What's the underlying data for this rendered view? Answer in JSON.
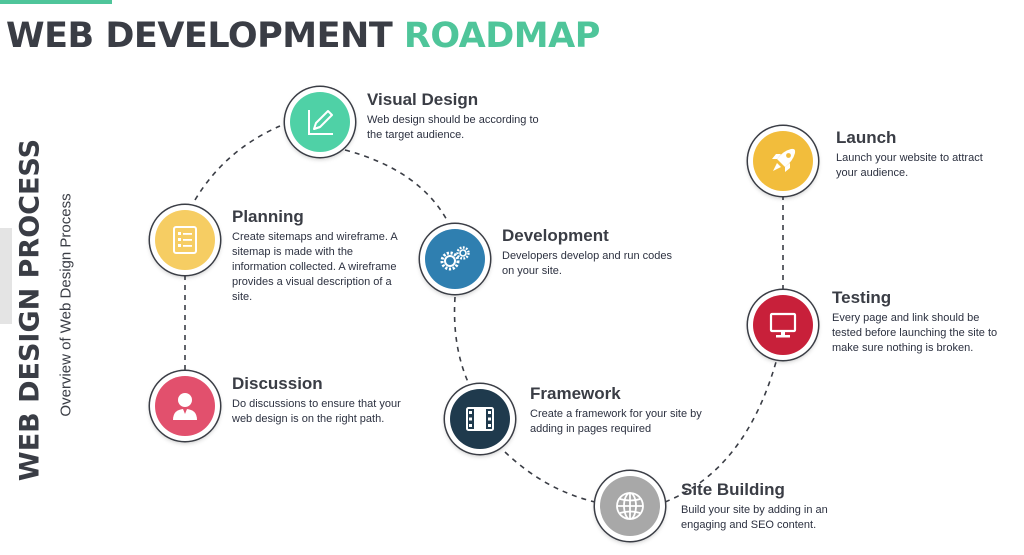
{
  "header": {
    "title_main": "WEB DEVELOPMENT",
    "title_accent": "ROADMAP",
    "accent_color": "#4fc59a"
  },
  "side": {
    "title": "WEB DESIGN PROCESS",
    "subtitle": "Overview of Web Design Process"
  },
  "steps": [
    {
      "name": "Discussion",
      "description": " Do discussions to ensure that your web design is on the right path.",
      "icon": "user-icon",
      "color": "#e2506d"
    },
    {
      "name": "Planning",
      "description": "Create sitemaps and wireframe. A sitemap is made with the information collected. A wireframe provides a visual description of a site.",
      "icon": "checklist-icon",
      "color": "#f6cd63"
    },
    {
      "name": "Visual Design",
      "description": "Web design should be according to the target audience.",
      "icon": "pencil-icon",
      "color": "#4fd1a6"
    },
    {
      "name": "Development",
      "description": "Developers develop and run codes on your site.",
      "icon": "gears-icon",
      "color": "#2f7fb0"
    },
    {
      "name": "Framework",
      "description": "Create a framework for your site by adding in pages required",
      "icon": "film-icon",
      "color": "#1f3a4d"
    },
    {
      "name": "Site Building",
      "description": "Build your site by adding in an engaging and SEO content.",
      "icon": "globe-icon",
      "color": "#a8a8a8"
    },
    {
      "name": "Testing",
      "description": "Every page and link should be tested before launching the site to make sure nothing is broken.",
      "icon": "monitor-icon",
      "color": "#c8203a"
    },
    {
      "name": "Launch",
      "description": "Launch your website to attract your audience.",
      "icon": "rocket-icon",
      "color": "#f2bd3c"
    }
  ]
}
